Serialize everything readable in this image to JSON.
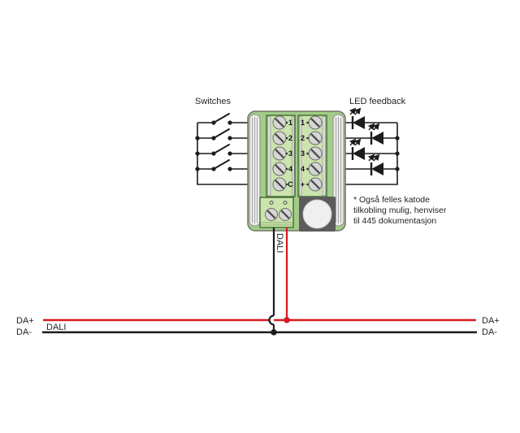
{
  "colors": {
    "wire": "#1c1c1c",
    "dali_plus_red": "#d6191f",
    "device_body": "#a3cb89",
    "device_outline": "#70756a",
    "terminal_strip": "#cbe3ad",
    "strip_border": "#3f6c2c",
    "screw_fill": "#d6d6d6",
    "clip_fill": "#ebebeb",
    "button_plate": "#5c5c5c",
    "button_face": "#efefef"
  },
  "headings": {
    "switches": "Switches",
    "led_feedback": "LED feedback"
  },
  "note": {
    "line1": "* Også felles katode",
    "line2": "tilkobling mulig, henviser",
    "line3": "til 445 dokumentasjon"
  },
  "device": {
    "left_terminals": [
      "1",
      "2",
      "3",
      "4",
      "C"
    ],
    "right_terminals": [
      "1",
      "2",
      "3",
      "4",
      "+"
    ],
    "wire_label": "DALI"
  },
  "bus": {
    "name": "DALI",
    "left": {
      "plus": "DA+",
      "minus": "DA-"
    },
    "right": {
      "plus": "DA+",
      "minus": "DA-"
    }
  }
}
